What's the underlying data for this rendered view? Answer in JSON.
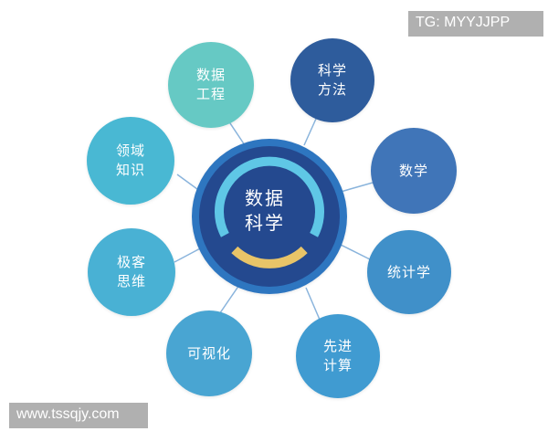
{
  "center": {
    "label": "数据\n科学",
    "color": "#24498f",
    "ring_color": "#2f76c0",
    "arc_color": "#5fc7e6",
    "arc_accent_color": "#e8c468"
  },
  "nodes": [
    {
      "key": "data-engineering",
      "label": "数据\n工程",
      "color": "#66c9c4"
    },
    {
      "key": "scientific-method",
      "label": "科学\n方法",
      "color": "#2f5c9c"
    },
    {
      "key": "mathematics",
      "label": "数学",
      "color": "#3f75b8"
    },
    {
      "key": "statistics",
      "label": "统计学",
      "color": "#3f90c9"
    },
    {
      "key": "advanced-computing",
      "label": "先进\n计算",
      "color": "#3f9bd1"
    },
    {
      "key": "visualization",
      "label": "可视化",
      "color": "#4aa5d2"
    },
    {
      "key": "hacker-thinking",
      "label": "极客\n思维",
      "color": "#4ab1d4"
    },
    {
      "key": "domain-knowledge",
      "label": "领域\n知识",
      "color": "#49b8d3"
    }
  ],
  "watermarks": {
    "top": "TG: MYYJJPP",
    "bottom": "www.tssqjy.com"
  }
}
